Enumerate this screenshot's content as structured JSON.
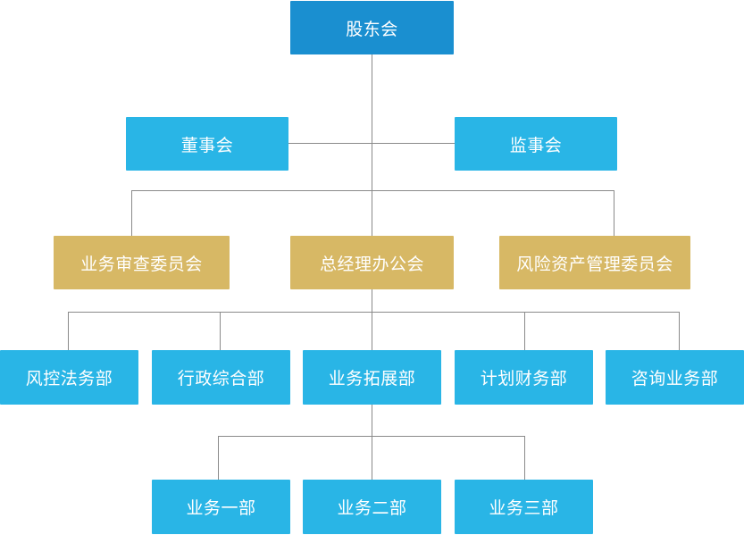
{
  "org_chart": {
    "top": {
      "label": "股东会"
    },
    "level2": [
      {
        "label": "董事会"
      },
      {
        "label": "监事会"
      }
    ],
    "level3": [
      {
        "label": "业务审查委员会"
      },
      {
        "label": "总经理办公会"
      },
      {
        "label": "风险资产管理委员会"
      }
    ],
    "level4": [
      {
        "label": "风控法务部"
      },
      {
        "label": "行政综合部"
      },
      {
        "label": "业务拓展部"
      },
      {
        "label": "计划财务部"
      },
      {
        "label": "咨询业务部"
      }
    ],
    "level5": [
      {
        "label": "业务一部"
      },
      {
        "label": "业务二部"
      },
      {
        "label": "业务三部"
      }
    ]
  },
  "colors": {
    "top": "#1a8fd0",
    "blue": "#29b5e6",
    "gold": "#d7b865",
    "connector": "#8a8a8a"
  }
}
